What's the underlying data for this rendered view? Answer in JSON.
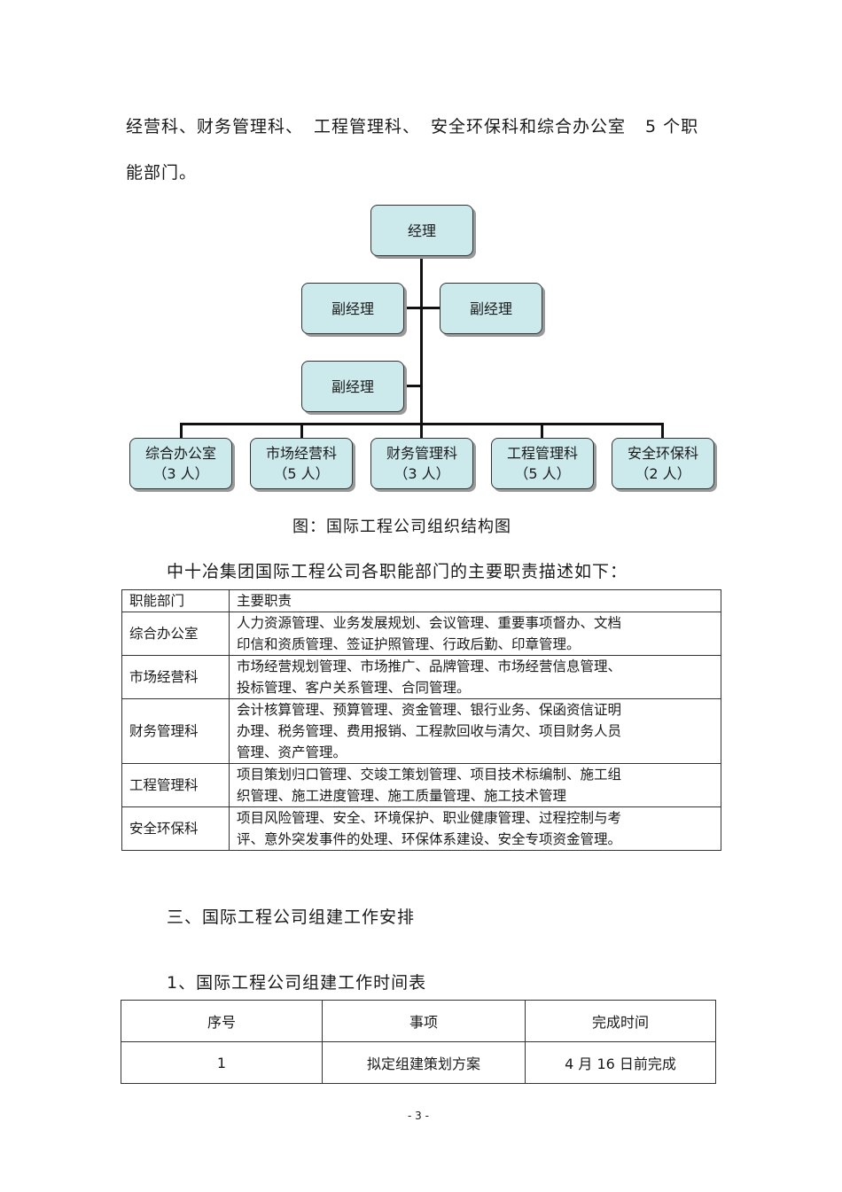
{
  "intro": {
    "seg1": "经营科、财务管理科、",
    "seg2": "工程管理科、",
    "seg3": "安全环保科和综合办公室",
    "seg4": "5 个职",
    "line2": "能部门。"
  },
  "org_chart": {
    "manager": "经理",
    "deputies": [
      "副经理",
      "副经理",
      "副经理"
    ],
    "departments": [
      {
        "name": "综合办公室",
        "count": "（3 人）"
      },
      {
        "name": "市场经营科",
        "count": "（5 人）"
      },
      {
        "name": "财务管理科",
        "count": "（3 人）"
      },
      {
        "name": "工程管理科",
        "count": "（5 人）"
      },
      {
        "name": "安全环保科",
        "count": "（2 人）"
      }
    ],
    "caption": "图：国际工程公司组织结构图"
  },
  "duties_intro": "中十冶集团国际工程公司各职能部门的主要职责描述如下：",
  "duties_table": {
    "headers": [
      "职能部门",
      "主要职责"
    ],
    "rows": [
      {
        "dept": "综合办公室",
        "lines": [
          "人力资源管理、业务发展规划、会议管理、重要事项督办、文档",
          "印信和资质管理、签证护照管理、行政后勤、印章管理。"
        ]
      },
      {
        "dept": "市场经营科",
        "lines": [
          "市场经营规划管理、市场推广、品牌管理、市场经营信息管理、",
          "投标管理、客户关系管理、合同管理。"
        ]
      },
      {
        "dept": "财务管理科",
        "lines": [
          "会计核算管理、预算管理、资金管理、银行业务、保函资信证明",
          "办理、税务管理、费用报销、工程款回收与清欠、项目财务人员",
          "管理、资产管理。"
        ]
      },
      {
        "dept": "工程管理科",
        "lines": [
          "项目策划归口管理、交竣工策划管理、项目技术标编制、施工组",
          "织管理、施工进度管理、施工质量管理、施工技术管理"
        ]
      },
      {
        "dept": "安全环保科",
        "lines": [
          "项目风险管理、安全、环境保护、职业健康管理、过程控制与考",
          "评、意外突发事件的处理、环保体系建设、安全专项资金管理。"
        ]
      }
    ]
  },
  "section3_heading": "三、国际工程公司组建工作安排",
  "subsection1_heading": "1、国际工程公司组建工作时间表",
  "schedule_table": {
    "headers": [
      "序号",
      "事项",
      "完成时间"
    ],
    "rows": [
      [
        "1",
        "拟定组建策划方案",
        "4 月 16 日前完成"
      ]
    ]
  },
  "page_number": "- 3 -"
}
